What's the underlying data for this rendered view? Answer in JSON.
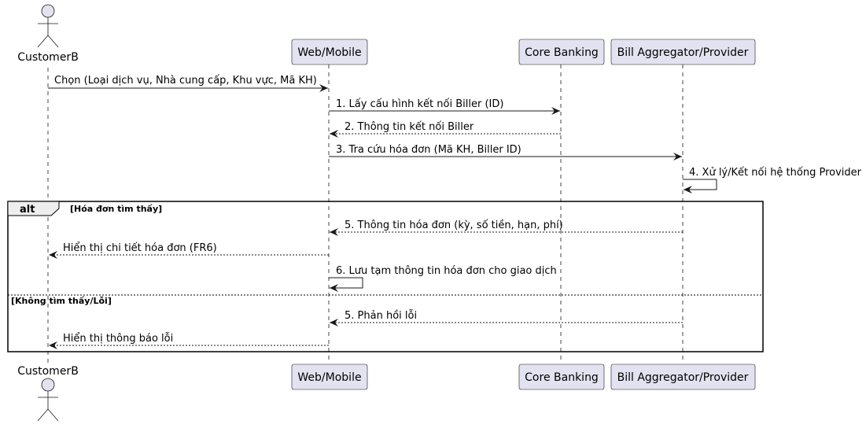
{
  "participants": {
    "customer": "CustomerB",
    "web": "Web/Mobile",
    "core": "Core Banking",
    "bill": "Bill Aggregator/Provider"
  },
  "messages": {
    "m0": "Chọn (Loại dịch vụ, Nhà cung cấp, Khu vực, Mã KH)",
    "m1": "1. Lấy cấu hình kết nối Biller (ID)",
    "m2": "2. Thông tin kết nối Biller",
    "m3": "3. Tra cứu hóa đơn (Mã KH, Biller ID)",
    "m4": "4. Xử lý/Kết nối hệ thống Provider",
    "m5": "5. Thông tin hóa đơn (kỳ, số tiền, hạn, phí)",
    "m6": "Hiển thị chi tiết hóa đơn (FR6)",
    "m7": "6. Lưu tạm thông tin hóa đơn cho giao dịch",
    "m8": "5. Phản hồi lỗi",
    "m9": "Hiển thị thông báo lỗi"
  },
  "alt": {
    "keyword": "alt",
    "guard1": "[Hóa đơn tìm thấy]",
    "guard2": "[Không tìm thấy/Lỗi]"
  },
  "colors": {
    "participant_fill": "#e2e2f0",
    "participant_stroke": "#181818",
    "lifeline": "#181818",
    "alt_header_fill": "#eeeeee"
  }
}
